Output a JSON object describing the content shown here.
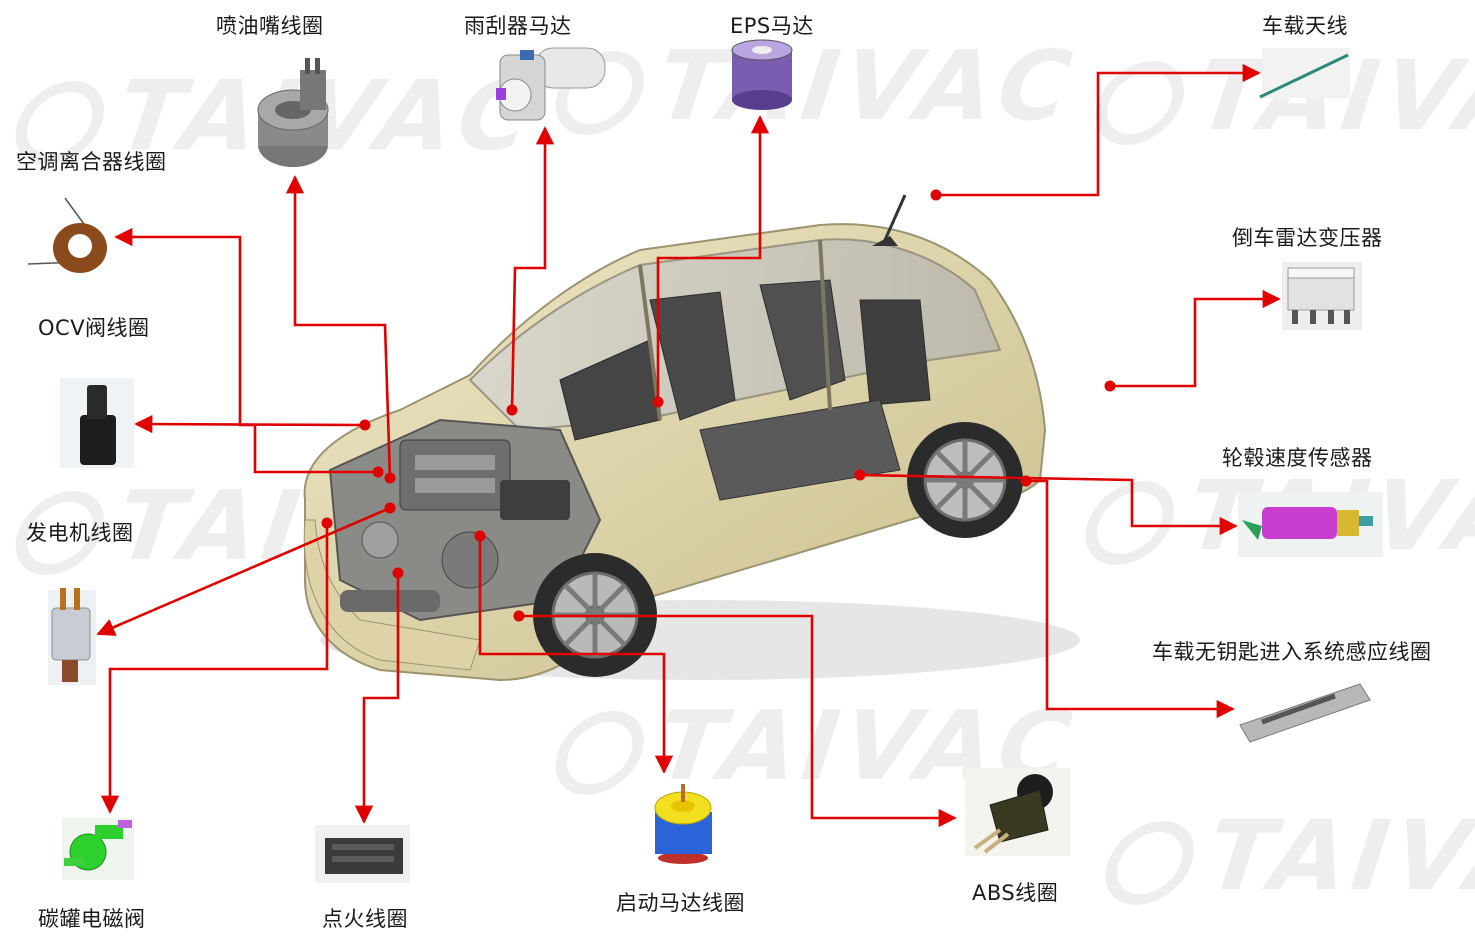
{
  "watermark": "TAIVAC",
  "colors": {
    "connector": "#e00000",
    "dot": "#e00000"
  },
  "components": {
    "injector_coil": "喷油嘴线圈",
    "wiper_motor": "雨刮器马达",
    "eps_motor": "EPS马达",
    "car_antenna": "车载天线",
    "ac_clutch_coil": "空调离合器线圈",
    "ocv_valve_coil": "OCV阀线圈",
    "reverse_radar_transformer": "倒车雷达变压器",
    "wheel_speed_sensor": "轮毂速度传感器",
    "generator_coil": "发电机线圈",
    "keyless_entry_coil": "车载无钥匙进入系统感应线圈",
    "canister_solenoid": "碳罐电磁阀",
    "ignition_coil": "点火线圈",
    "starter_motor_coil": "启动马达线圈",
    "abs_coil": "ABS线圈"
  }
}
